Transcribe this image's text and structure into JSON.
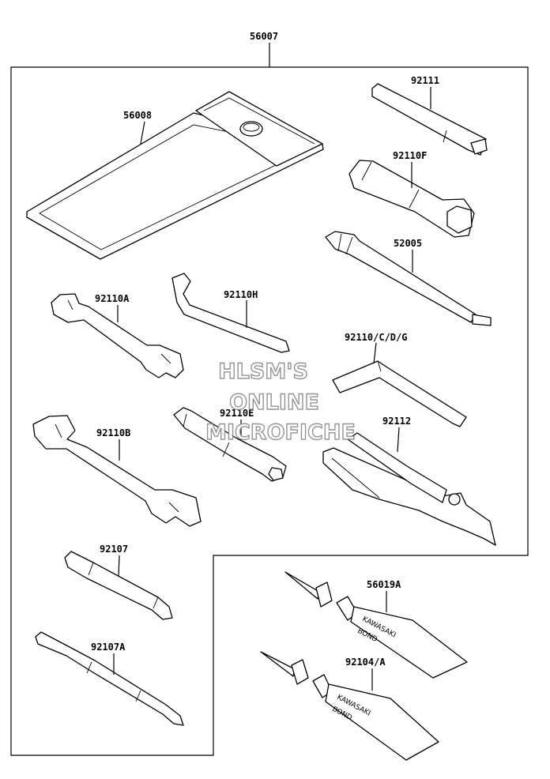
{
  "diagram": {
    "kit_part": "56007",
    "parts": {
      "p56008": "56008",
      "p92111": "92111",
      "p92110F": "92110F",
      "p52005": "52005",
      "p92110A": "92110A",
      "p92110H": "92110H",
      "p92110CDG": "92110/C/D/G",
      "p92110E": "92110E",
      "p92112": "92112",
      "p92110B": "92110B",
      "p92107": "92107",
      "p92107A": "92107A",
      "p56019A": "56019A",
      "p92104A": "92104/A"
    },
    "tube_brand_line1": "KAWASAKI",
    "tube_brand_line2": "BOND",
    "watermark": [
      "HLSM'S",
      "ONLINE",
      "MICROFICHE"
    ]
  }
}
